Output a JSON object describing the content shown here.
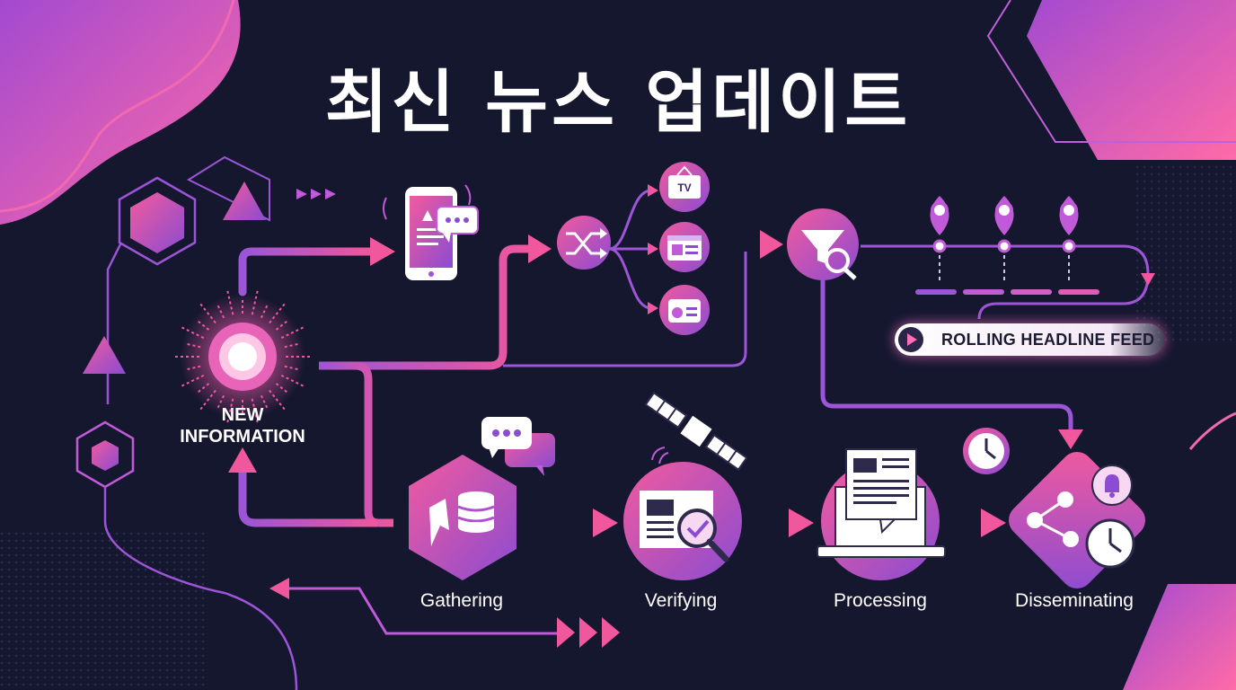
{
  "title": "최신 뉴스 업데이트",
  "source_node": {
    "label_line1": "NEW",
    "label_line2": "INFORMATION",
    "icon": "glowing-burst-icon"
  },
  "stages": [
    {
      "label": "Gathering",
      "icon": "database-megaphone-icon"
    },
    {
      "label": "Verifying",
      "icon": "newspaper-magnifier-check-icon"
    },
    {
      "label": "Processing",
      "icon": "laptop-article-icon"
    },
    {
      "label": "Disseminating",
      "icon": "share-bell-clock-icon"
    }
  ],
  "upper_flow_icons": [
    "smartphone-icon",
    "chat-bubble-icon",
    "shuffle-icon",
    "tv-icon",
    "web-page-icon",
    "radio-icon",
    "filter-magnifier-icon",
    "satellite-icon",
    "clock-icon"
  ],
  "tv_text": "TV",
  "feed": {
    "label": "ROLLING HEADLINE FEED",
    "icon": "play-icon"
  },
  "colors": {
    "background": "#15172f",
    "accent_pink": "#f0579c",
    "accent_purple": "#8a4fd0",
    "line": "#c05ad8"
  }
}
